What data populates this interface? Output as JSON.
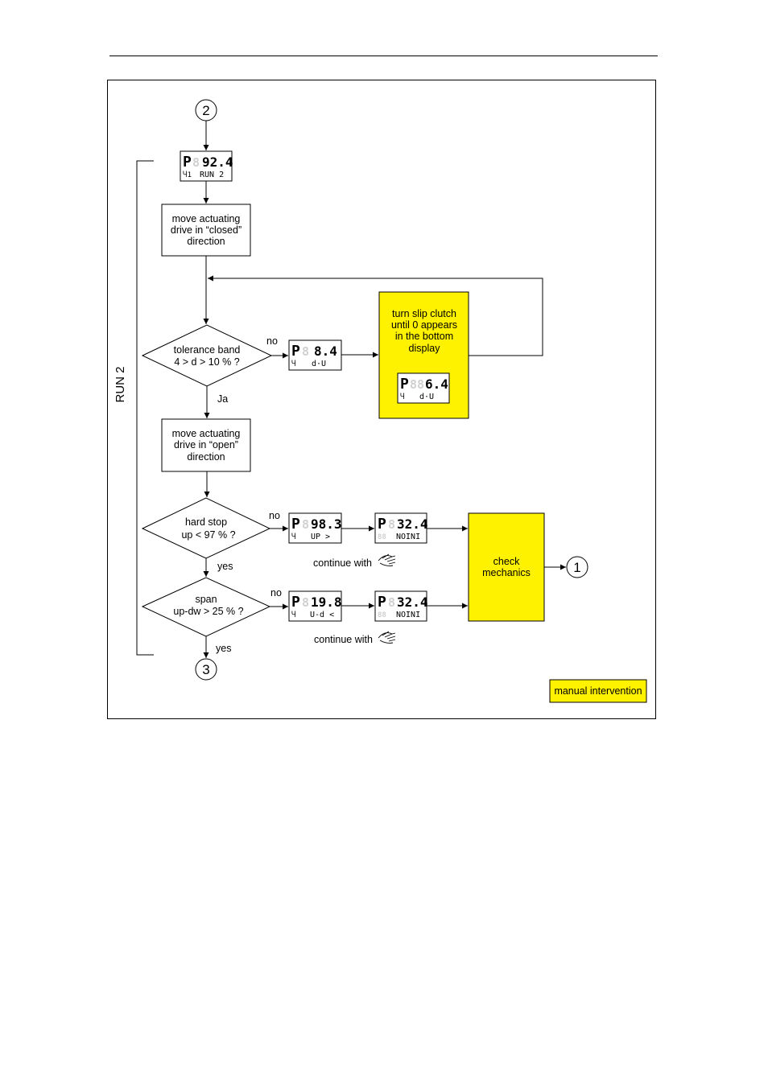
{
  "colors": {
    "highlight": "#fff200",
    "line": "#000000"
  },
  "connectors": {
    "start": "2",
    "end": "3",
    "mechanics": "1"
  },
  "side_label": "RUN 2",
  "boxes": {
    "move_closed": [
      "move actuating",
      "drive in “closed”",
      "direction"
    ],
    "move_open": [
      "move actuating",
      "drive in “open”",
      "direction"
    ],
    "slip_clutch": [
      "turn slip clutch",
      "until 0 appears",
      "in the bottom",
      "display"
    ],
    "check_mechanics": [
      "check",
      "mechanics"
    ]
  },
  "decisions": {
    "tolerance": [
      "tolerance band",
      "4 > d > 10 % ?"
    ],
    "hard_stop": [
      "hard stop",
      "up < 97 % ?"
    ],
    "span": [
      "span",
      "up-dw > 25 % ?"
    ]
  },
  "branch_labels": {
    "no1": "no",
    "ja": "Ja",
    "no2": "no",
    "yes1": "yes",
    "no3": "no",
    "yes2": "yes"
  },
  "continue_text": "continue with",
  "legend": "manual intervention",
  "displays": {
    "run2": {
      "p": "P",
      "ghost": "8",
      "value": "92.4",
      "sub": "RUN 2",
      "icon": "Ⴗ1"
    },
    "tol": {
      "p": "P",
      "ghost": "8",
      "value": "8.4",
      "sub": "d·U",
      "icon": "Ⴗ"
    },
    "clutch": {
      "p": "P",
      "ghost": "88",
      "value": "6.4",
      "sub": "d·U",
      "icon": "Ⴗ"
    },
    "up": {
      "p": "P",
      "ghost": "8",
      "value": "98.3",
      "sub": "UP  >",
      "icon": "Ⴗ"
    },
    "noini1": {
      "p": "P",
      "ghost": "8",
      "value": "32.4",
      "sub": "NOINI",
      "icon": "88"
    },
    "updw": {
      "p": "P",
      "ghost": "8",
      "value": "19.8",
      "sub": "U-d  <",
      "icon": "Ⴗ"
    },
    "noini2": {
      "p": "P",
      "ghost": "8",
      "value": "32.4",
      "sub": "NOINI",
      "icon": "88"
    }
  }
}
